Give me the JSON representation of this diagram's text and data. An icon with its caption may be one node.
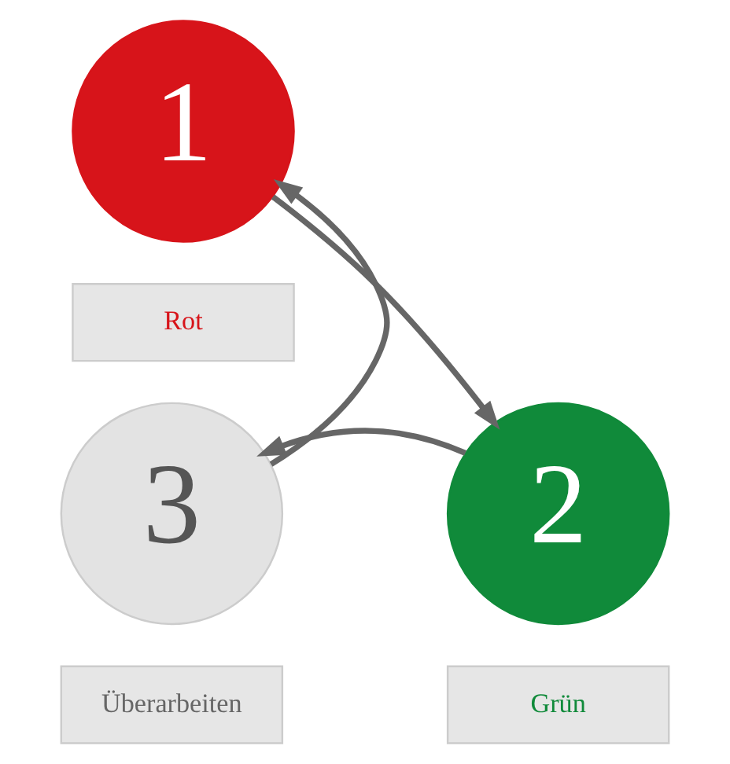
{
  "diagram": {
    "nodes": [
      {
        "text": [
          "1"
        ]
      },
      {
        "text": [
          "Rot"
        ]
      },
      {
        "text": [
          "2"
        ]
      },
      {
        "text": [
          "Grün"
        ]
      },
      {
        "text": [
          "3"
        ]
      },
      {
        "text": [
          "Überarbeiten"
        ]
      }
    ],
    "edges": [
      {
        "from": 0,
        "to": 2,
        "arrow": "to"
      },
      {
        "from": 2,
        "to": 4,
        "arrow": "to"
      },
      {
        "from": 4,
        "to": 0,
        "arrow": "to"
      }
    ]
  }
}
